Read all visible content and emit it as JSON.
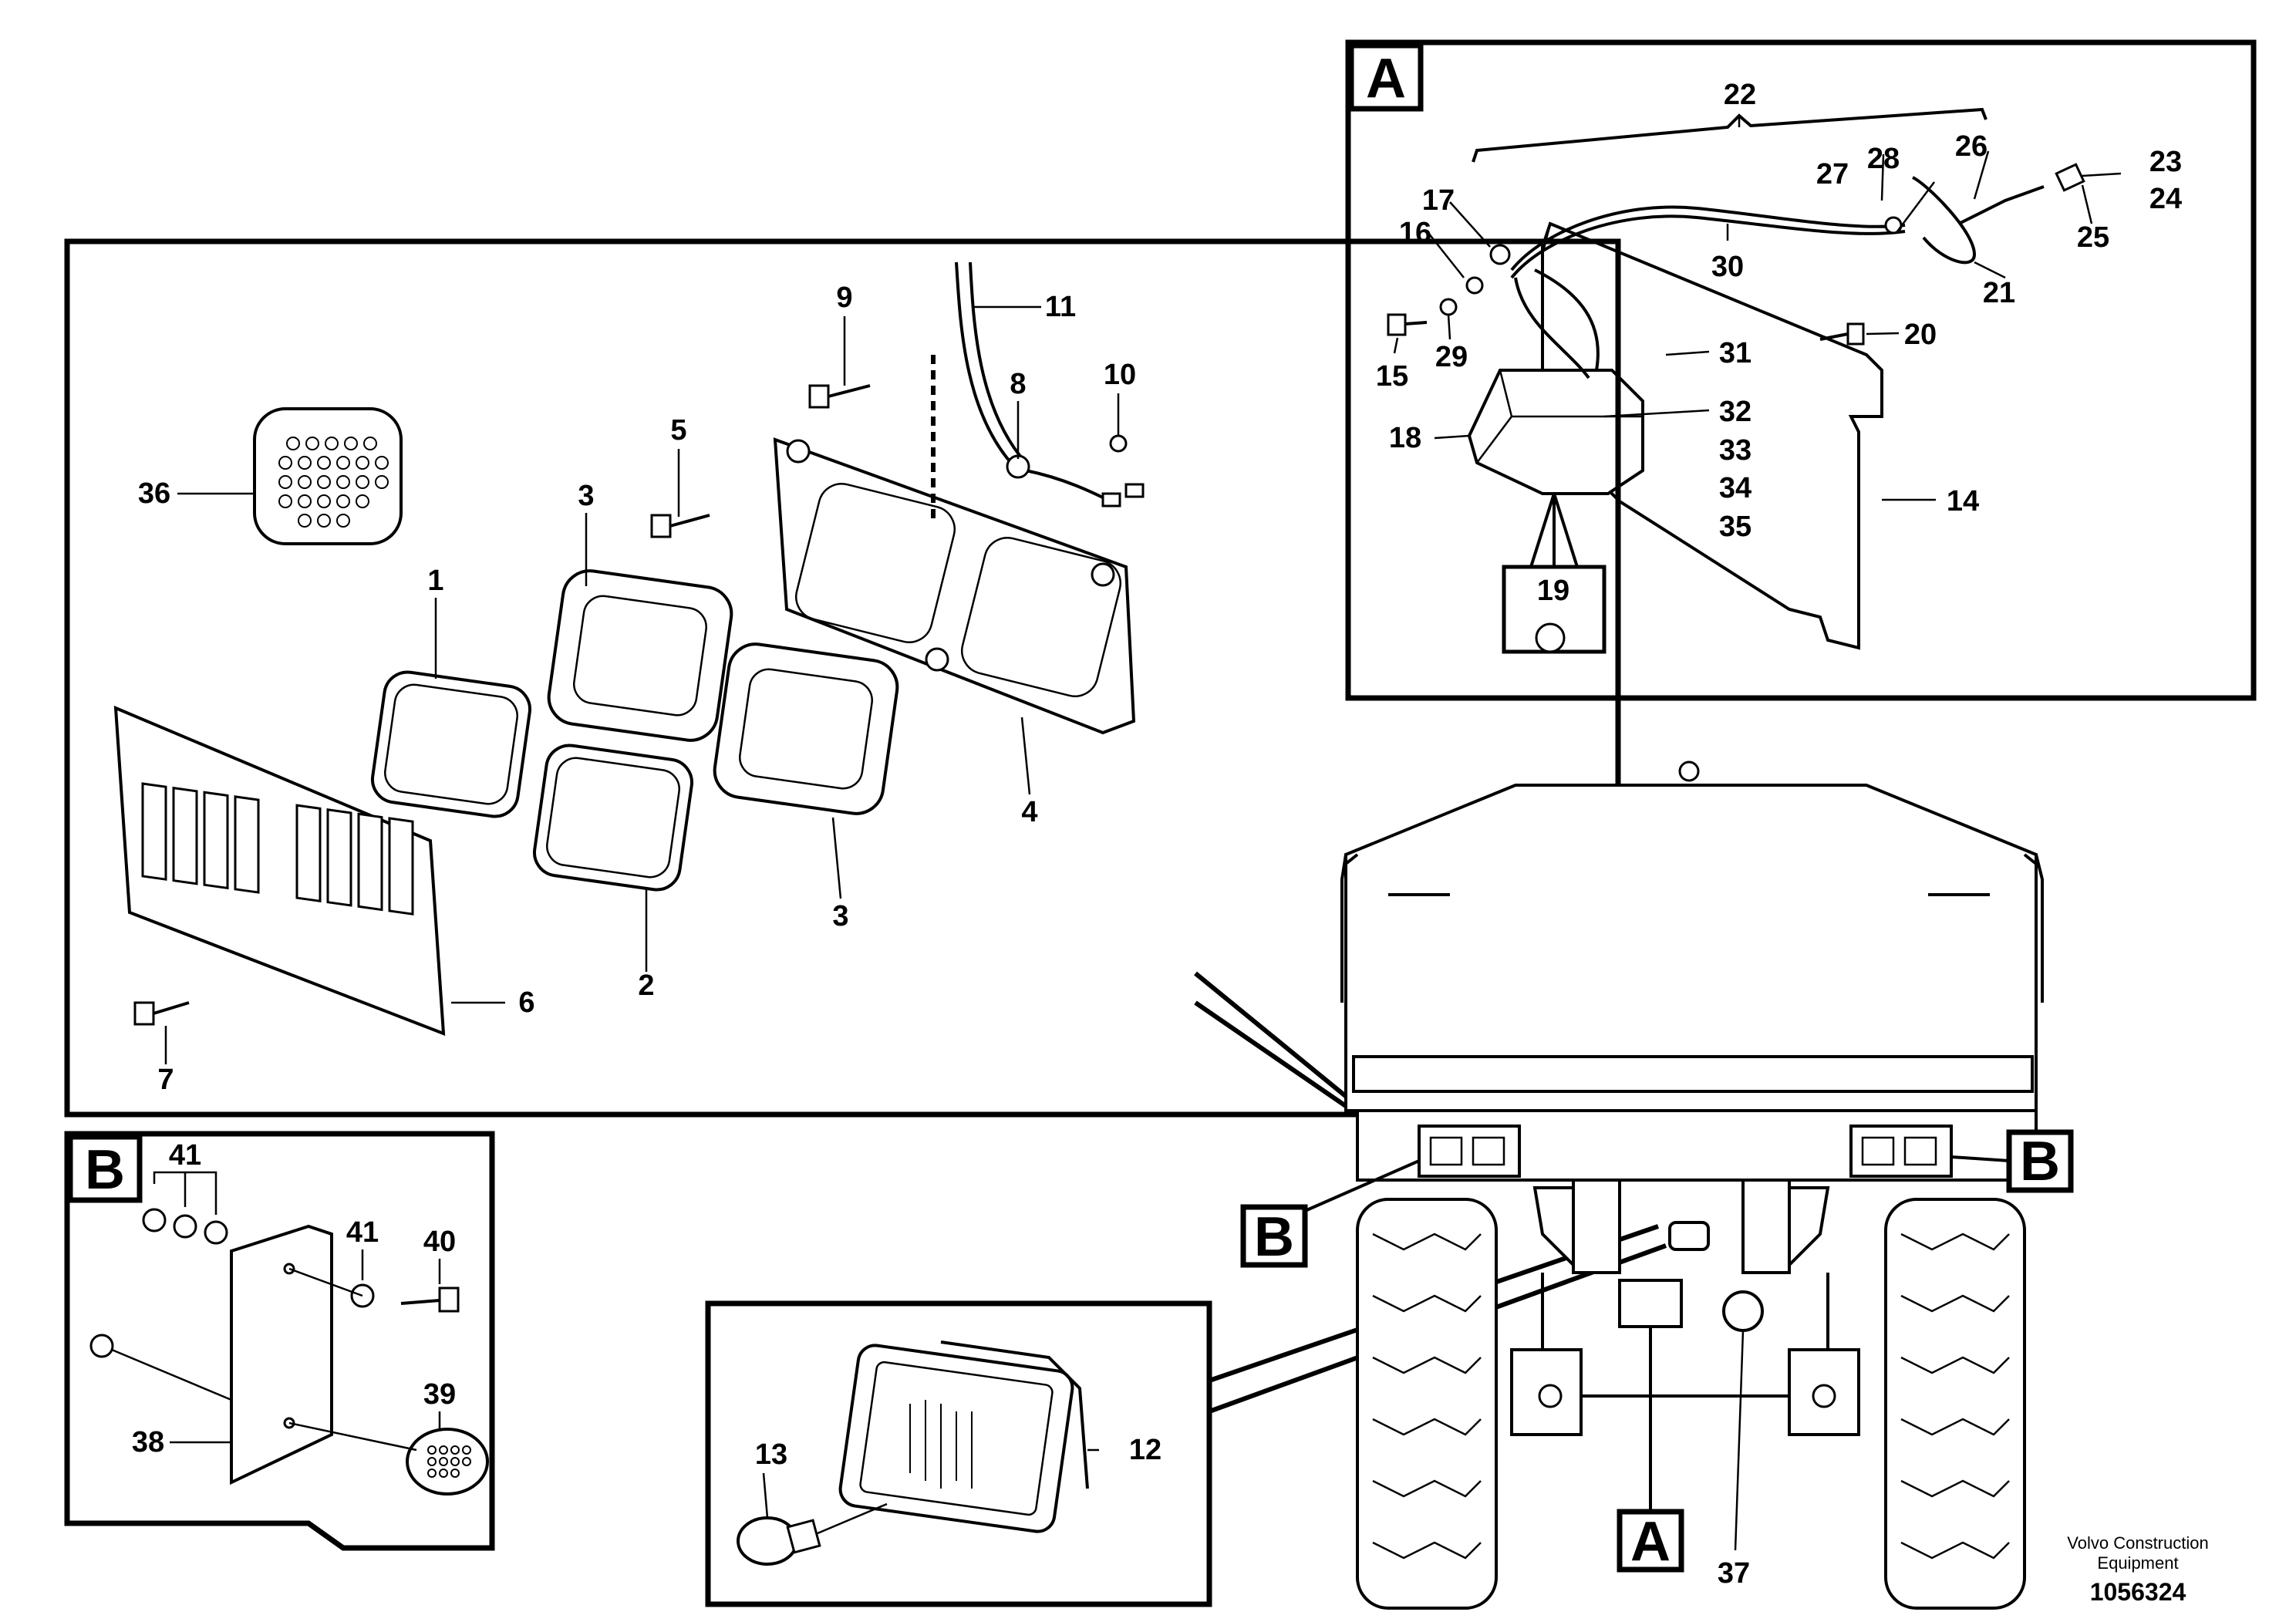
{
  "diagram": {
    "detail_labels": {
      "a": "A",
      "b": "B"
    },
    "callouts": {
      "c1": "1",
      "c2": "2",
      "c3a": "3",
      "c3b": "3",
      "c4": "4",
      "c5": "5",
      "c6": "6",
      "c7": "7",
      "c8": "8",
      "c9": "9",
      "c10": "10",
      "c11": "11",
      "c12": "12",
      "c13": "13",
      "c14": "14",
      "c15": "15",
      "c16": "16",
      "c17": "17",
      "c18": "18",
      "c19": "19",
      "c20": "20",
      "c21": "21",
      "c22": "22",
      "c23": "23",
      "c24": "24",
      "c25": "25",
      "c26": "26",
      "c27": "27",
      "c28": "28",
      "c29": "29",
      "c30": "30",
      "c31": "31",
      "c32": "32",
      "c33": "33",
      "c34": "34",
      "c35": "35",
      "c36": "36",
      "c37": "37",
      "c38": "38",
      "c39": "39",
      "c40": "40",
      "c41a": "41",
      "c41b": "41"
    },
    "credit_line1": "Volvo Construction",
    "credit_line2": "Equipment",
    "drawing_number": "1056324"
  }
}
